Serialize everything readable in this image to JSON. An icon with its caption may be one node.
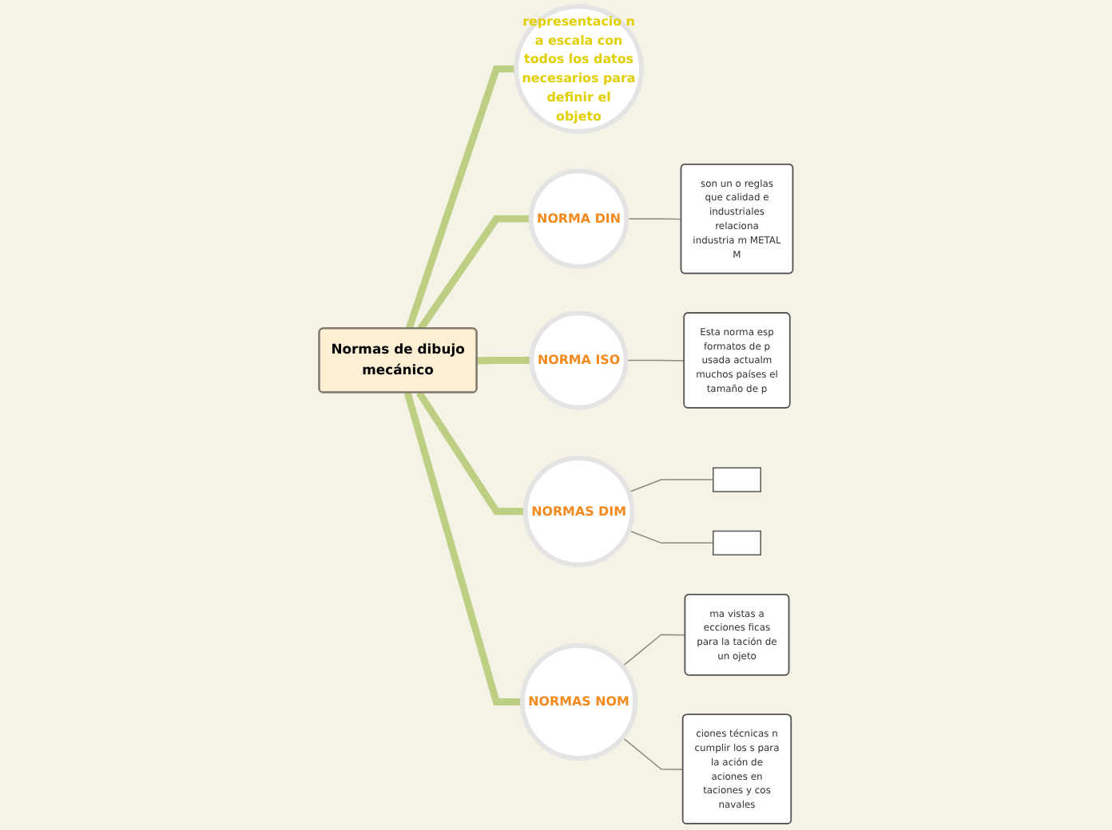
{
  "diagram": {
    "nodes": [
      {
        "text": [
          "Normas de dibujo mecánico"
        ]
      },
      {
        "text": [
          "representacio n a escala con todos los datos necesarios para definir el objeto"
        ]
      },
      {
        "text": [
          "NORMA DIN"
        ]
      },
      {
        "text": [
          "son un o reglas que calidad e industriales relaciona industria m METAL M"
        ]
      },
      {
        "text": [
          "NORMA  ISO"
        ]
      },
      {
        "text": [
          "Esta norma esp formatos de p usada actualm muchos países el tamaño de p"
        ]
      },
      {
        "text": [
          "NORMAS DIM"
        ]
      },
      {
        "text": [],
        "shape": "box"
      },
      {
        "text": [],
        "shape": "box"
      },
      {
        "text": [
          "NORMAS NOM"
        ]
      },
      {
        "text": [
          "ma vistas a ecciones ficas para la tación de un ojeto"
        ]
      },
      {
        "text": [
          "ciones técnicas n cumplir los s para la ación de aciones en taciones y cos navales"
        ]
      }
    ],
    "edges": [
      {
        "from": 0,
        "to": 1,
        "arrow": "none",
        "style": "thick",
        "color": "#bccf83"
      },
      {
        "from": 0,
        "to": 2,
        "arrow": "none",
        "style": "thick",
        "color": "#bccf83"
      },
      {
        "from": 2,
        "to": 3,
        "arrow": "none"
      },
      {
        "from": 0,
        "to": 4,
        "arrow": "none",
        "style": "thick",
        "color": "#bccf83"
      },
      {
        "from": 4,
        "to": 5,
        "arrow": "none"
      },
      {
        "from": 0,
        "to": 6,
        "arrow": "none",
        "style": "thick",
        "color": "#bccf83"
      },
      {
        "from": 6,
        "to": 7,
        "arrow": "none"
      },
      {
        "from": 6,
        "to": 8,
        "arrow": "none"
      },
      {
        "from": 0,
        "to": 9,
        "arrow": "none",
        "style": "thick",
        "color": "#bccf83"
      },
      {
        "from": 9,
        "to": 10,
        "arrow": "none"
      },
      {
        "from": 9,
        "to": 11,
        "arrow": "none"
      }
    ]
  }
}
